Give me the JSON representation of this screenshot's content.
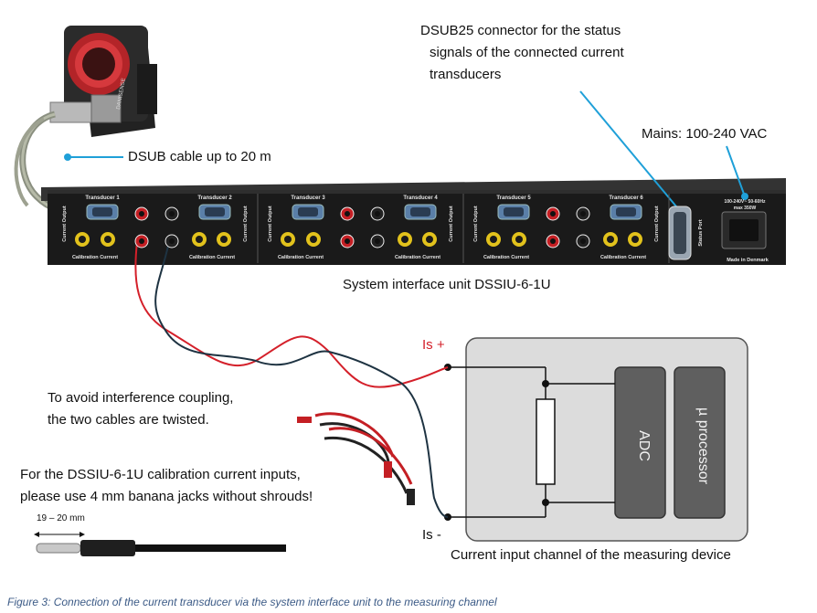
{
  "callouts": {
    "dsub25_line1": "DSUB25 connector for the status",
    "dsub25_line2": "signals of the connected current",
    "dsub25_line3": "transducers",
    "mains": "Mains: 100-240 VAC",
    "dsub_cable": "DSUB cable up to 20 m",
    "system_unit": "System interface unit DSSIU-6-1U",
    "interference_line1": "To avoid interference coupling,",
    "interference_line2": "the two cables are twisted.",
    "banana_line1": "For the DSSIU-6-1U calibration current inputs,",
    "banana_line2": "please use 4 mm banana jacks without shrouds!",
    "jack_length": "19 – 20 mm",
    "is_plus": "Is +",
    "is_minus": "Is -",
    "device_label": "Current input channel of the measuring device"
  },
  "device": {
    "adc": "ADC",
    "processor": "µ processor"
  },
  "panel": {
    "transducers": [
      "Transducer 1",
      "Transducer 2",
      "Transducer 3",
      "Transducer 4",
      "Transducer 5",
      "Transducer 6"
    ],
    "current_output": "Current Output",
    "calibration_current": "Calibration Current",
    "status_port": "Status Port",
    "power_rating_1": "100-240V~ 50-60Hz",
    "power_rating_2": "max 350W",
    "made_in": "Made in Denmark",
    "sensor_brand": "DANISENSE"
  },
  "caption": "Figure 3: Connection of the current transducer via the system interface unit to the measuring channel",
  "colors": {
    "panel": "#1a1a1a",
    "wire_red": "#d4202a",
    "wire_dark": "#1e3342",
    "callout_line": "#1fa0d8",
    "device_bg": "#dcdcdc",
    "block": "#5f5f5f",
    "caption": "#3b5a86"
  }
}
